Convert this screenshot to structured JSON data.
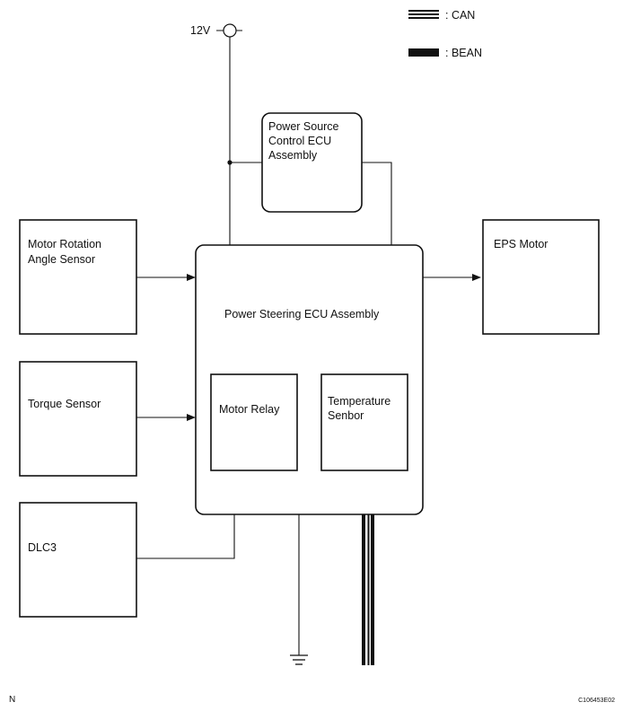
{
  "legend": {
    "can_label": ": CAN",
    "bean_label": ": BEAN"
  },
  "power": {
    "supply_label": "12V"
  },
  "boxes": {
    "power_source_ecu": [
      "Power Source",
      "Control ECU",
      "Assembly"
    ],
    "power_steering_ecu": [
      "Power Steering ECU Assembly"
    ],
    "motor_rotation_sensor": [
      "Motor Rotation",
      "Angle Sensor"
    ],
    "torque_sensor": [
      "Torque Sensor"
    ],
    "dlc3": [
      "DLC3"
    ],
    "eps_motor": [
      "EPS Motor"
    ],
    "motor_relay": [
      "Motor Relay"
    ],
    "temperature_sensor": [
      "Temperature",
      "Senbor"
    ]
  },
  "footer": {
    "left_mark": "N",
    "figure_code": "C106453E02"
  }
}
